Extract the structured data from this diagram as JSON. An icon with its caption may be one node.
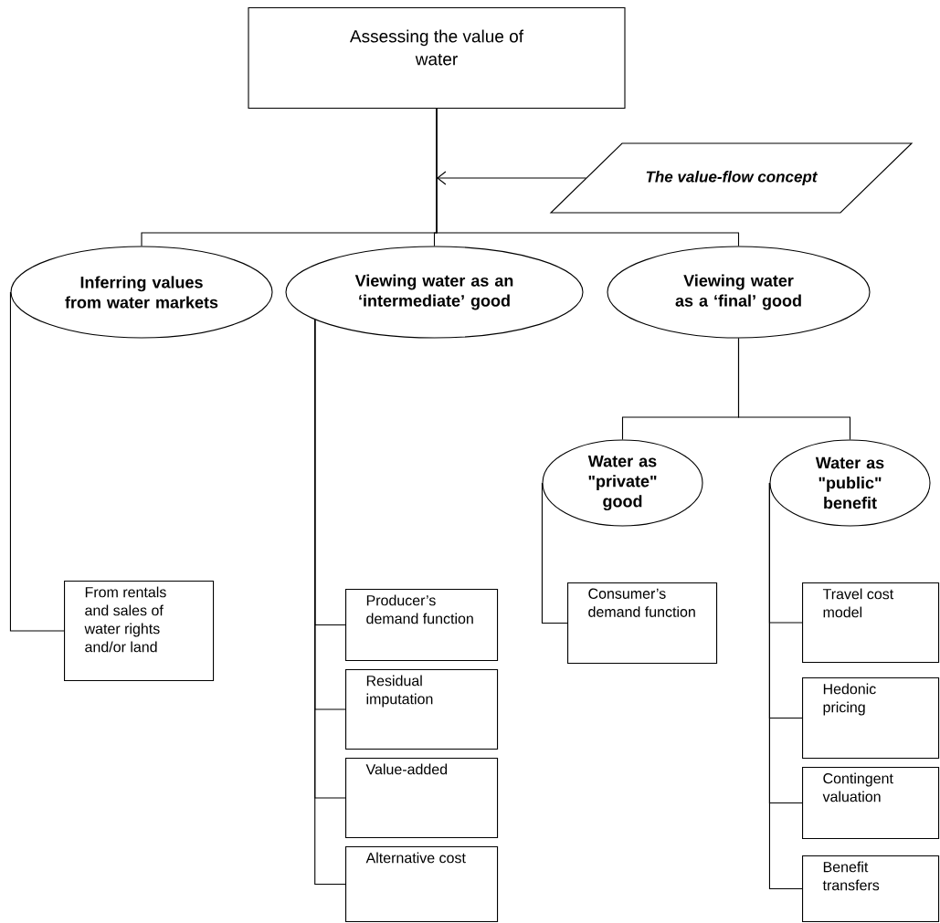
{
  "diagram": {
    "nodes": [
      {
        "text": [
          "Assessing the value of water"
        ]
      },
      {
        "text": [
          "The value-flow concept"
        ]
      },
      {
        "text": [
          "Inferring values from water markets"
        ]
      },
      {
        "text": [
          "Viewing water as an ‘intermediate’ good"
        ]
      },
      {
        "text": [
          "Viewing water as a ‘final’ good"
        ]
      },
      {
        "text": [
          "Water as \"private\" good"
        ]
      },
      {
        "text": [
          "Water as \"public\" benefit"
        ]
      },
      {
        "text": [
          "From rentals and sales of water rights and/or land"
        ]
      },
      {
        "text": [
          "Producer’s demand function"
        ]
      },
      {
        "text": [
          "Residual imputation"
        ]
      },
      {
        "text": [
          "Value-added"
        ]
      },
      {
        "text": [
          "Alternative cost"
        ]
      },
      {
        "text": [
          "Consumer’s demand function"
        ]
      },
      {
        "text": [
          "Travel cost model"
        ]
      },
      {
        "text": [
          "Hedonic pricing"
        ]
      },
      {
        "text": [
          "Contingent valuation"
        ]
      },
      {
        "text": [
          "Benefit transfers"
        ]
      }
    ],
    "edges": [
      {
        "from": 0,
        "to": 2,
        "arrow": "none"
      },
      {
        "from": 0,
        "to": 3,
        "arrow": "none"
      },
      {
        "from": 0,
        "to": 4,
        "arrow": "none"
      },
      {
        "from": 1,
        "to": null,
        "arrow": "to"
      },
      {
        "from": 4,
        "to": 5,
        "arrow": "none"
      },
      {
        "from": 4,
        "to": 6,
        "arrow": "none"
      },
      {
        "from": 2,
        "to": 7,
        "arrow": "none"
      },
      {
        "from": 3,
        "to": 8,
        "arrow": "none"
      },
      {
        "from": 3,
        "to": 9,
        "arrow": "none"
      },
      {
        "from": 3,
        "to": 10,
        "arrow": "none"
      },
      {
        "from": 3,
        "to": 11,
        "arrow": "none"
      },
      {
        "from": 5,
        "to": 12,
        "arrow": "none"
      },
      {
        "from": 6,
        "to": 13,
        "arrow": "none"
      },
      {
        "from": 6,
        "to": 14,
        "arrow": "none"
      },
      {
        "from": 6,
        "to": 15,
        "arrow": "none"
      },
      {
        "from": 6,
        "to": 16,
        "arrow": "none"
      }
    ]
  }
}
